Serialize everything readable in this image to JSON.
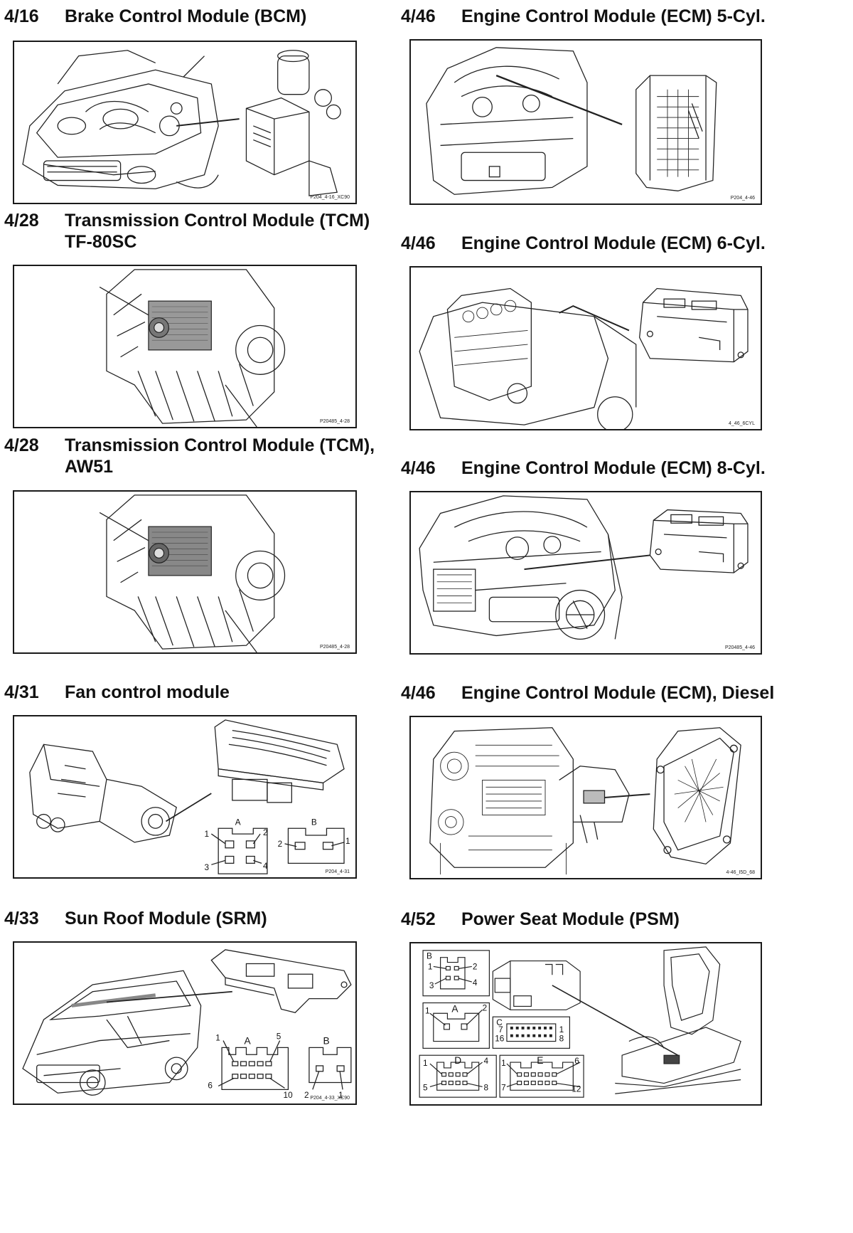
{
  "sections": [
    {
      "code": "4/16",
      "title": "Brake Control Module (BCM)",
      "title2": "",
      "ref": "P204_4-16_XC90"
    },
    {
      "code": "4/46",
      "title": "Engine Control Module (ECM) 5-Cyl.",
      "title2": "",
      "ref": "P204_4-46"
    },
    {
      "code": "4/28",
      "title": "Transmission Control Module (TCM)",
      "title2": "TF-80SC",
      "ref": "P20485_4-28"
    },
    {
      "code": "4/46",
      "title": "Engine Control Module (ECM) 6-Cyl.",
      "title2": "",
      "ref": "4_46_6CYL"
    },
    {
      "code": "4/28",
      "title": "Transmission Control Module (TCM),",
      "title2": "AW51",
      "ref": "P20485_4-28"
    },
    {
      "code": "4/46",
      "title": "Engine Control Module (ECM) 8-Cyl.",
      "title2": "",
      "ref": "P20485_4-46"
    },
    {
      "code": "4/31",
      "title": "Fan control module",
      "title2": "",
      "ref": "P204_4-31"
    },
    {
      "code": "4/46",
      "title": "Engine Control Module (ECM), Diesel",
      "title2": "",
      "ref": "4-46_I5D_68"
    },
    {
      "code": "4/33",
      "title": "Sun Roof Module (SRM)",
      "title2": "",
      "ref": "P204_4-33_XC90"
    },
    {
      "code": "4/52",
      "title": "Power Seat Module (PSM)",
      "title2": "",
      "ref": ""
    }
  ],
  "connectors": {
    "fan": {
      "A": "A",
      "B": "B",
      "pins_a": [
        "1",
        "2",
        "3",
        "4"
      ],
      "pins_b": [
        "2",
        "1"
      ]
    },
    "sunroof": {
      "A": "A",
      "B": "B",
      "pins_a": [
        "1",
        "5",
        "6",
        "10"
      ],
      "pins_b": [
        "2",
        "1"
      ]
    },
    "seat": {
      "B": "B",
      "A": "A",
      "C": "C",
      "D": "D",
      "E": "E",
      "pins_b": [
        "1",
        "2",
        "3",
        "4"
      ],
      "pins_a": [
        "1",
        "2"
      ],
      "pins_c": [
        "7",
        "1",
        "16",
        "8"
      ],
      "pins_d": [
        "1",
        "4",
        "5",
        "8"
      ],
      "pins_e": [
        "1",
        "6",
        "7",
        "12"
      ]
    }
  }
}
